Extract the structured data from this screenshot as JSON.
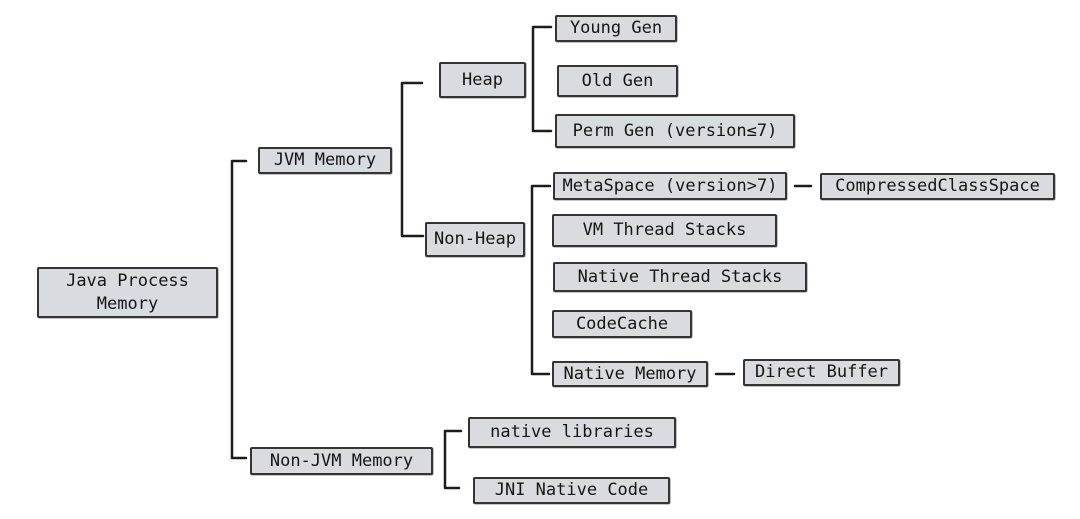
{
  "diagram": {
    "title": "Java Process Memory",
    "type": "tree",
    "colors": {
      "background": "#ffffff",
      "box_fill": "#d8dbe0",
      "box_border": "#343434",
      "connector": "#1c1c1c",
      "text": "#151515"
    },
    "nodes": {
      "root": {
        "label": "Java Process Memory"
      },
      "jvm": {
        "label": "JVM Memory"
      },
      "heap": {
        "label": "Heap"
      },
      "young_gen": {
        "label": "Young Gen"
      },
      "old_gen": {
        "label": "Old Gen"
      },
      "perm_gen": {
        "label": "Perm Gen (version≤7)"
      },
      "non_heap": {
        "label": "Non-Heap"
      },
      "metaspace": {
        "label": "MetaSpace (version>7)"
      },
      "compressed_class_space": {
        "label": "CompressedClassSpace"
      },
      "vm_thread_stacks": {
        "label": "VM Thread Stacks"
      },
      "native_thread_stacks": {
        "label": "Native Thread Stacks"
      },
      "codecache": {
        "label": "CodeCache"
      },
      "native_memory": {
        "label": "Native Memory"
      },
      "direct_buffer": {
        "label": "Direct Buffer"
      },
      "non_jvm": {
        "label": "Non-JVM Memory"
      },
      "native_libraries": {
        "label": "native libraries"
      },
      "jni_native_code": {
        "label": "JNI Native Code"
      }
    },
    "tree": {
      "root": {
        "jvm": {
          "heap": [
            "young_gen",
            "old_gen",
            "perm_gen"
          ],
          "non_heap": {
            "metaspace": [
              "compressed_class_space"
            ],
            "vm_thread_stacks": [],
            "native_thread_stacks": [],
            "codecache": [],
            "native_memory": [
              "direct_buffer"
            ]
          }
        },
        "non_jvm": [
          "native_libraries",
          "jni_native_code"
        ]
      }
    }
  }
}
